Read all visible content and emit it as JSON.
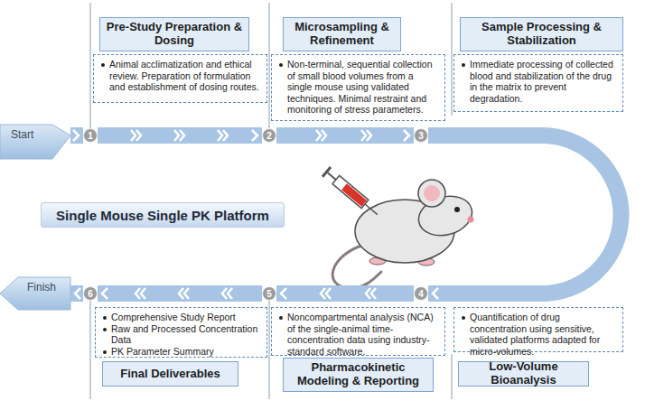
{
  "diagram": {
    "nodes": [
      {
        "text": [
          "Start"
        ]
      },
      {
        "text": [
          "1"
        ]
      },
      {
        "text": [
          "Pre-Study Preparation & Dosing"
        ]
      },
      {
        "text": [
          "Animal acclimatization and ethical review. Preparation of formulation and establishment of dosing routes."
        ]
      },
      {
        "text": [
          "2"
        ]
      },
      {
        "text": [
          "Microsampling & Refinement"
        ]
      },
      {
        "text": [
          "Non-terminal, sequential collection of small blood volumes from a single mouse using validated techniques. Minimal restraint and monitoring of stress parameters."
        ]
      },
      {
        "text": [
          "3"
        ]
      },
      {
        "text": [
          "Sample Processing & Stabilization"
        ]
      },
      {
        "text": [
          "Immediate processing of collected blood and stabilization of the drug in the matrix to prevent degradation."
        ]
      },
      {
        "text": [
          "Single Mouse Single PK Platform"
        ]
      },
      {
        "text": [
          "4"
        ]
      },
      {
        "text": [
          "Quantification of drug concentration using sensitive, validated platforms adapted for micro-volumes."
        ]
      },
      {
        "text": [
          "Low-Volume Bioanalysis"
        ]
      },
      {
        "text": [
          "5"
        ]
      },
      {
        "text": [
          "Noncompartmental analysis (NCA) of the single-animal time-concentration data using industry-standard software."
        ]
      },
      {
        "text": [
          "Pharmacokinetic Modeling & Reporting"
        ]
      },
      {
        "text": [
          "6"
        ]
      },
      {
        "text": [
          "Comprehensive Study Report",
          "Raw and Processed Concentration Data",
          "PK Parameter Summary"
        ]
      },
      {
        "text": [
          "Final Deliverables"
        ]
      },
      {
        "text": [
          "Finish"
        ]
      }
    ],
    "edges": [
      {
        "from": 0,
        "to": 1,
        "arrow": "to"
      },
      {
        "from": 1,
        "to": 4,
        "arrow": "to"
      },
      {
        "from": 4,
        "to": 7,
        "arrow": "to"
      },
      {
        "from": 7,
        "to": 11,
        "arrow": "to"
      },
      {
        "from": 11,
        "to": 14,
        "arrow": "to"
      },
      {
        "from": 14,
        "to": 17,
        "arrow": "to"
      },
      {
        "from": 17,
        "to": 20,
        "arrow": "to"
      }
    ]
  }
}
